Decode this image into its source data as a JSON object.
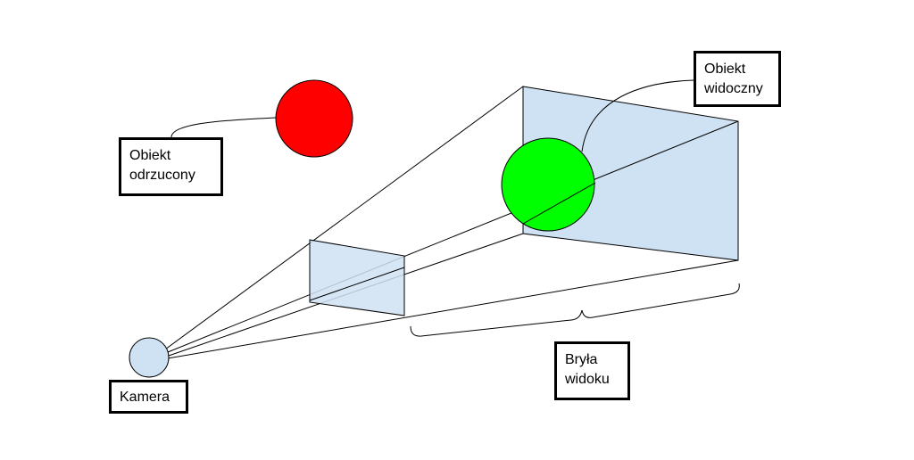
{
  "labels": {
    "rejected": [
      "Obiekt",
      "odrzucony"
    ],
    "visible": [
      "Obiekt",
      "widoczny"
    ],
    "camera": "Kamera",
    "frustum": [
      "Bryła",
      "widoku"
    ]
  },
  "colors": {
    "red_sphere": "#ff0000",
    "green_sphere": "#00ff00",
    "plane_fill": "#cfe2f3",
    "camera_fill": "#cfe2f3",
    "outline": "#000000"
  }
}
